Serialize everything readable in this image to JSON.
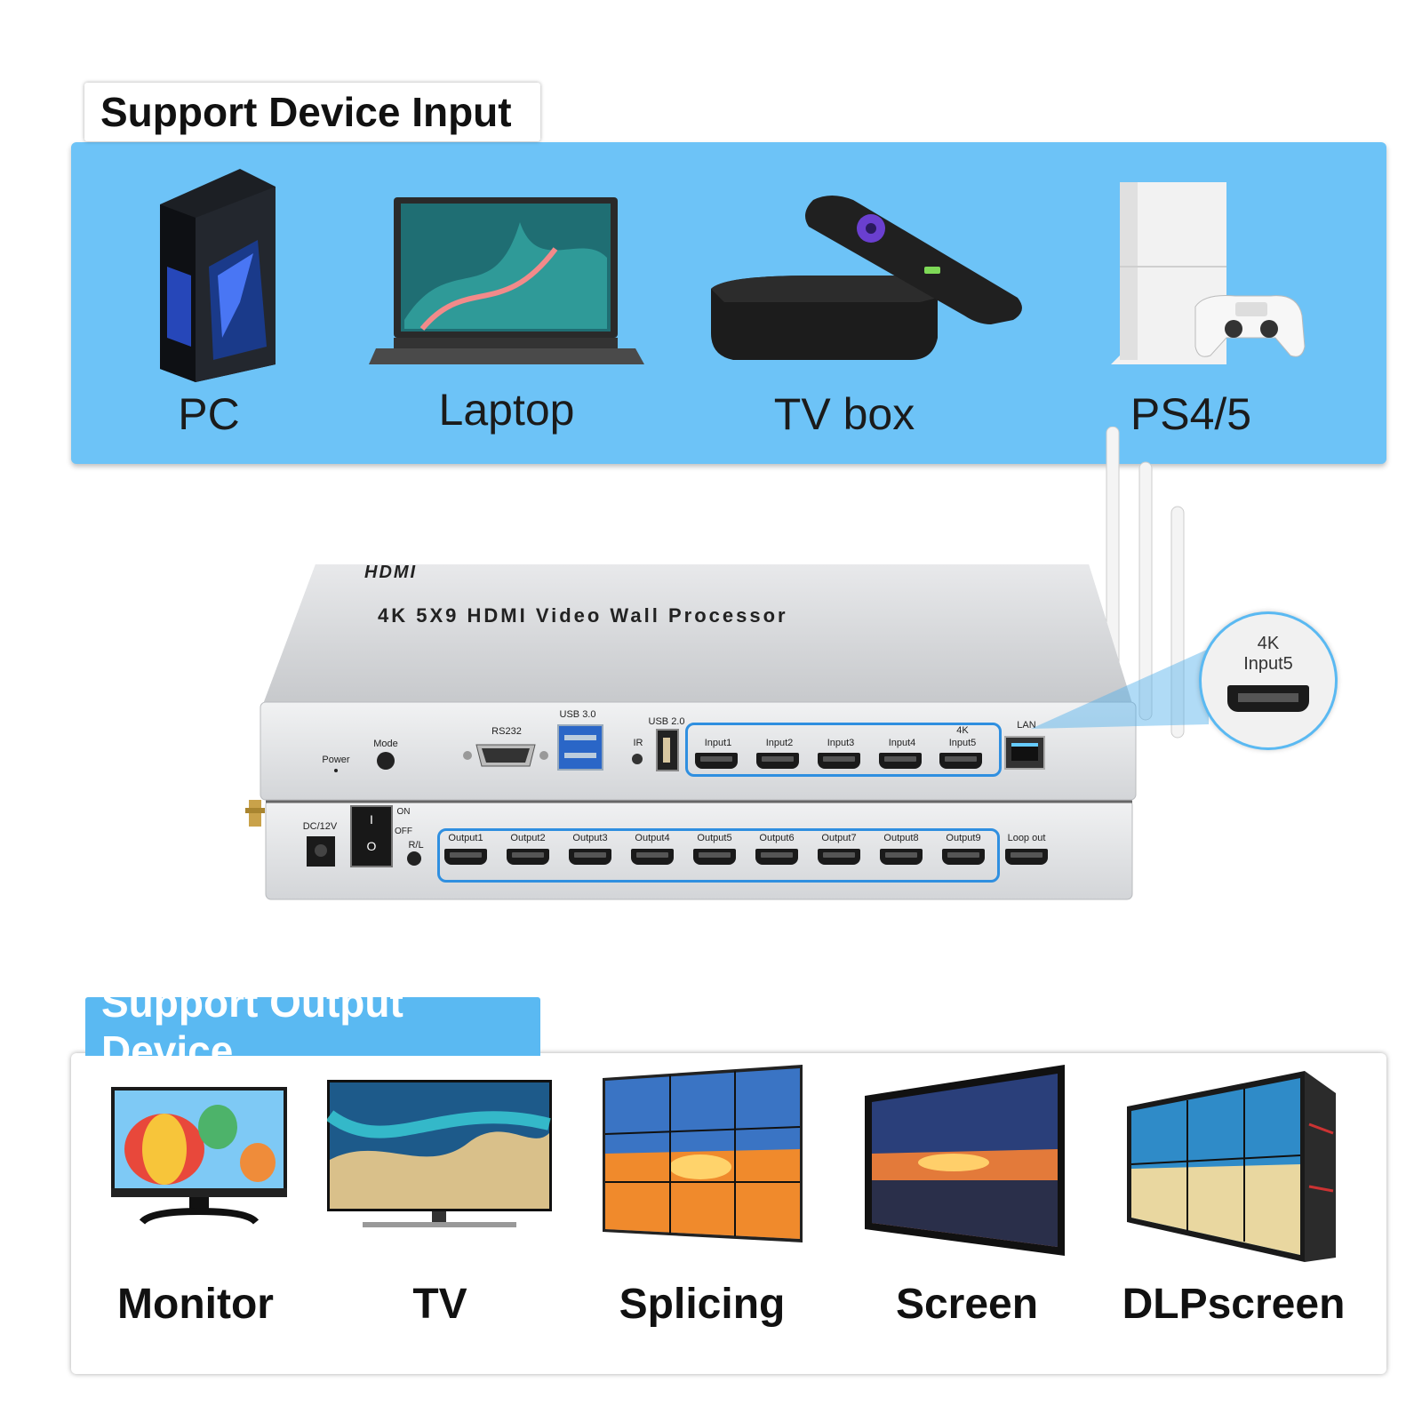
{
  "input_section": {
    "title": "Support Device Input",
    "devices": [
      {
        "label": "PC",
        "icon": "pc-tower-icon"
      },
      {
        "label": "Laptop",
        "icon": "laptop-icon"
      },
      {
        "label": "TV box",
        "icon": "tv-box-icon"
      },
      {
        "label": "PS4/5",
        "icon": "game-console-icon"
      }
    ]
  },
  "processor": {
    "brand": "HDMI",
    "title": "4K 5X9 HDMI Video Wall Processor",
    "top_panel": {
      "power": "Power",
      "mode": "Mode",
      "rs232": "RS232",
      "usb3": "USB 3.0",
      "ir": "IR",
      "usb2": "USB 2.0",
      "inputs": [
        "Input1",
        "Input2",
        "Input3",
        "Input4",
        "Input5"
      ],
      "input5_prefix": "4K",
      "lan": "LAN"
    },
    "bottom_panel": {
      "dc": "DC/12V",
      "on": "ON",
      "off": "OFF",
      "rl": "R/L",
      "outputs": [
        "Output1",
        "Output2",
        "Output3",
        "Output4",
        "Output5",
        "Output6",
        "Output7",
        "Output8",
        "Output9"
      ],
      "loop": "Loop out"
    },
    "callout": {
      "line1": "4K",
      "line2": "Input5"
    },
    "highlight_color": "#2f8fe0"
  },
  "output_section": {
    "title": "Support Output Device",
    "devices": [
      {
        "label": "Monitor",
        "icon": "monitor-icon"
      },
      {
        "label": "TV",
        "icon": "tv-icon"
      },
      {
        "label": "Splicing",
        "icon": "video-wall-icon"
      },
      {
        "label": "Screen",
        "icon": "screen-icon"
      },
      {
        "label": "DLPscreen",
        "icon": "dlp-wall-icon"
      }
    ]
  },
  "colors": {
    "panel_blue": "#6dc3f7",
    "tag_blue": "#5ab9f2"
  }
}
